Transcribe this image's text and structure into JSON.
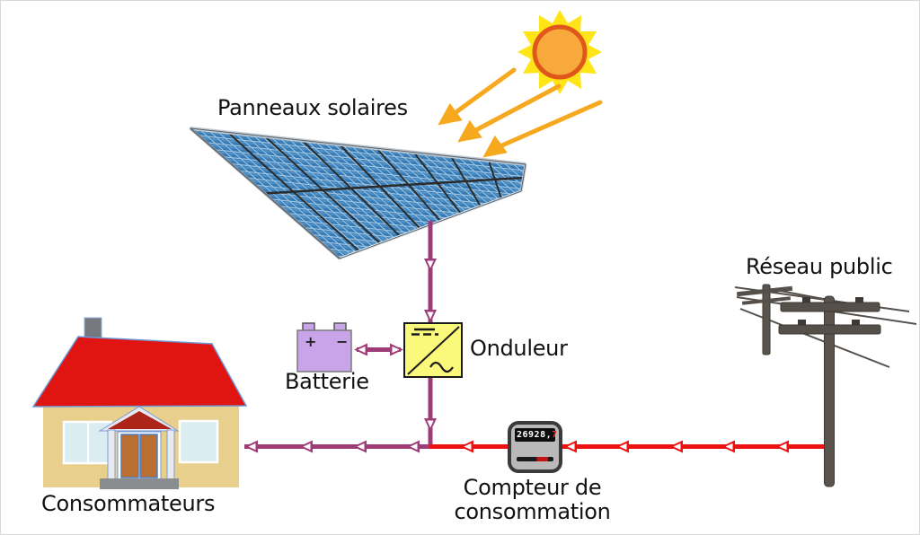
{
  "labels": {
    "solar_panels": "Panneaux solaires",
    "inverter": "Onduleur",
    "battery": "Batterie",
    "public_grid": "Réseau public",
    "meter_line1": "Compteur de",
    "meter_line2": "consommation",
    "consumers": "Consommateurs"
  },
  "meter": {
    "reading": "26928,",
    "decimal": "7"
  },
  "battery": {
    "plus": "+",
    "minus": "−"
  },
  "colors": {
    "pv_flow": "#9e3c78",
    "grid_flow": "#ec1212",
    "sun_ray": "#f6a81f",
    "sun_core": "#f7a93b",
    "sun_ring": "#e0571c",
    "sun_star": "#ffe417",
    "inverter_fill": "#fbf97c",
    "battery_fill": "#c9a4e8",
    "panel_cell": "#3579b5",
    "roof": "#e01410",
    "wall": "#e9cf8c"
  }
}
